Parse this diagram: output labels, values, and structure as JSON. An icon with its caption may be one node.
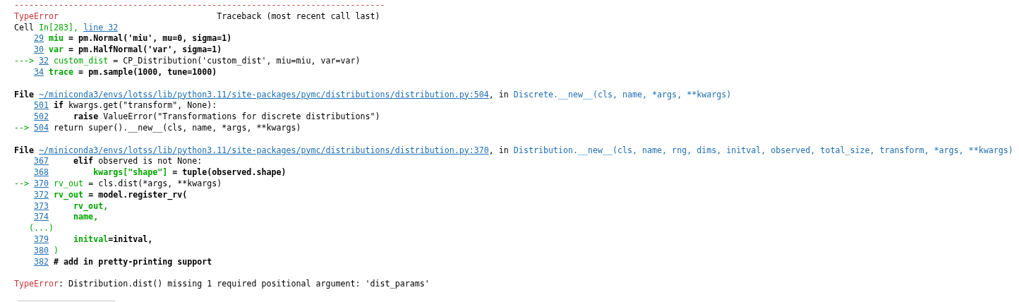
{
  "diagram": {
    "labels": [
      "---------------------------------------------------------------------------",
      "TypeError",
      "Traceback (most recent call last)",
      "Cell",
      "In[283],",
      "line 32",
      "29",
      "miu",
      "= pm.Normal('miu', mu=0, sigma=1)",
      "30",
      "var",
      "= pm.HalfNormal('var', sigma=1)",
      "--->",
      "32",
      "custom_dist",
      "= CP_Distribution('custom_dist', miu=miu, var=var)",
      "34",
      "trace",
      "= pm.sample(1000, tune=1000)",
      "File",
      "~/miniconda3/envs/lotss/lib/python3.11/site-packages/pymc/distributions/distribution.py:504",
      ", in",
      "Discrete.__new__(cls, name, *args, **kwargs)",
      "501",
      "if",
      "kwargs.get(\"transform\", None):",
      "502",
      "raise",
      "ValueError(\"Transformations for discrete distributions\")",
      "-->",
      "504",
      "return super().__new__(cls, name, *args, **kwargs)",
      "File",
      "~/miniconda3/envs/lotss/lib/python3.11/site-packages/pymc/distributions/distribution.py:370",
      ", in",
      "Distribution.__new__(cls, name, rng, dims, initval, observed, total_size, transform, *args, **kwargs)",
      "367",
      "elif",
      "observed is not None:",
      "368",
      "kwargs[\"shape\"]",
      "= tuple(observed.shape)",
      "-->",
      "370",
      "rv_out",
      "= cls.dist(*args, **kwargs)",
      "372",
      "rv_out",
      "= model.register_rv(",
      "373",
      "rv_out,",
      "374",
      "name,",
      "(...)",
      "379",
      "initval",
      "=initval,",
      "380",
      ")",
      "382",
      "# add in pretty-printing support",
      "TypeError",
      ": Distribution.dist() missing 1 required positional argument: 'dist_params'"
    ]
  }
}
